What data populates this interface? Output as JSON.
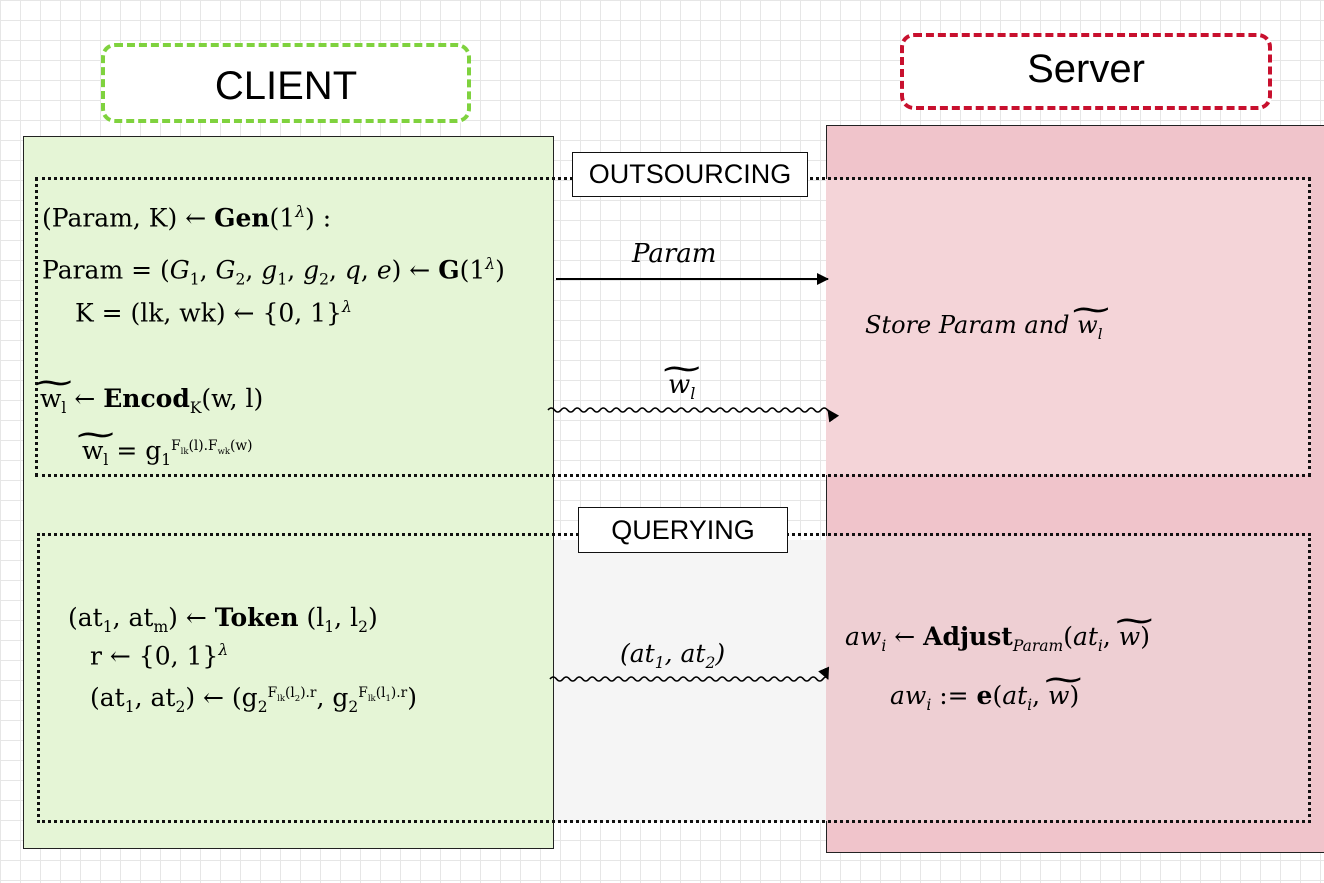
{
  "headers": {
    "client": "CLIENT",
    "server": "Server"
  },
  "phases": {
    "outsourcing": "OUTSOURCING",
    "querying": "QUERYING"
  },
  "colors": {
    "client_border": "#7fd23e",
    "server_border": "#c8102e",
    "client_fill": "#e5f5d6",
    "server_fill": "#f0c4cb"
  },
  "outsourcing": {
    "client_lines": [
      "(Param, K) ← Gen(1^λ) :",
      "Param = (G1, G2, g1, g2, q, e) ← G(1^λ)",
      "K = (lk, wk) ← {0, 1}^λ",
      "w̃l ← EncodK(w, l)",
      "w̃l = g1^(Flk(l).Fwk(w))"
    ],
    "arrow_param_label": "Param",
    "arrow_w_label": "w̃l",
    "server_text": "Store Param and w̃l"
  },
  "querying": {
    "client_lines": [
      "(at1, atm) ← Token (l1, l2)",
      "r ← {0, 1}^λ",
      "(at1, at2) ← (g2^(Flk(l2).r), g2^(Flk(l1).r))"
    ],
    "arrow_label": "(at1, at2)",
    "server_lines": [
      "awi ← AdjustParam(ati, w̃)",
      "awi := e(ati, w̃)"
    ]
  }
}
